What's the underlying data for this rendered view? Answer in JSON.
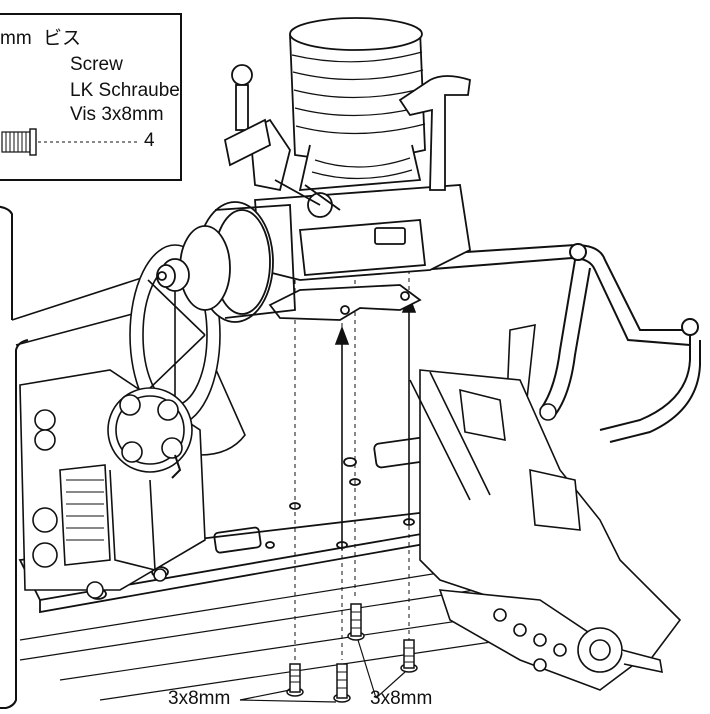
{
  "parts_box": {
    "size_label": "mm",
    "jp_name": "ビス",
    "en_name": "Screw",
    "de_name": "LK Schraube",
    "fr_name": "Vis 3x8mm",
    "quantity": "4"
  },
  "callouts": {
    "screws_left": "3x8mm",
    "screws_right": "3x8mm"
  },
  "icons": [
    "screw-icon",
    "arrow-up-icon"
  ],
  "colors": {
    "line": "#111111",
    "background": "#ffffff"
  }
}
